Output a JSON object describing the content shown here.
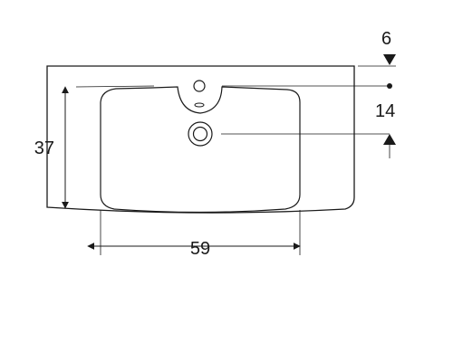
{
  "drawing": {
    "dimensions": {
      "rim_depth": "6",
      "tap_hole_to_overflow": "14",
      "basin_depth": "37",
      "basin_width": "59"
    },
    "colors": {
      "line": "#1a1a1a",
      "background": "#ffffff"
    }
  }
}
